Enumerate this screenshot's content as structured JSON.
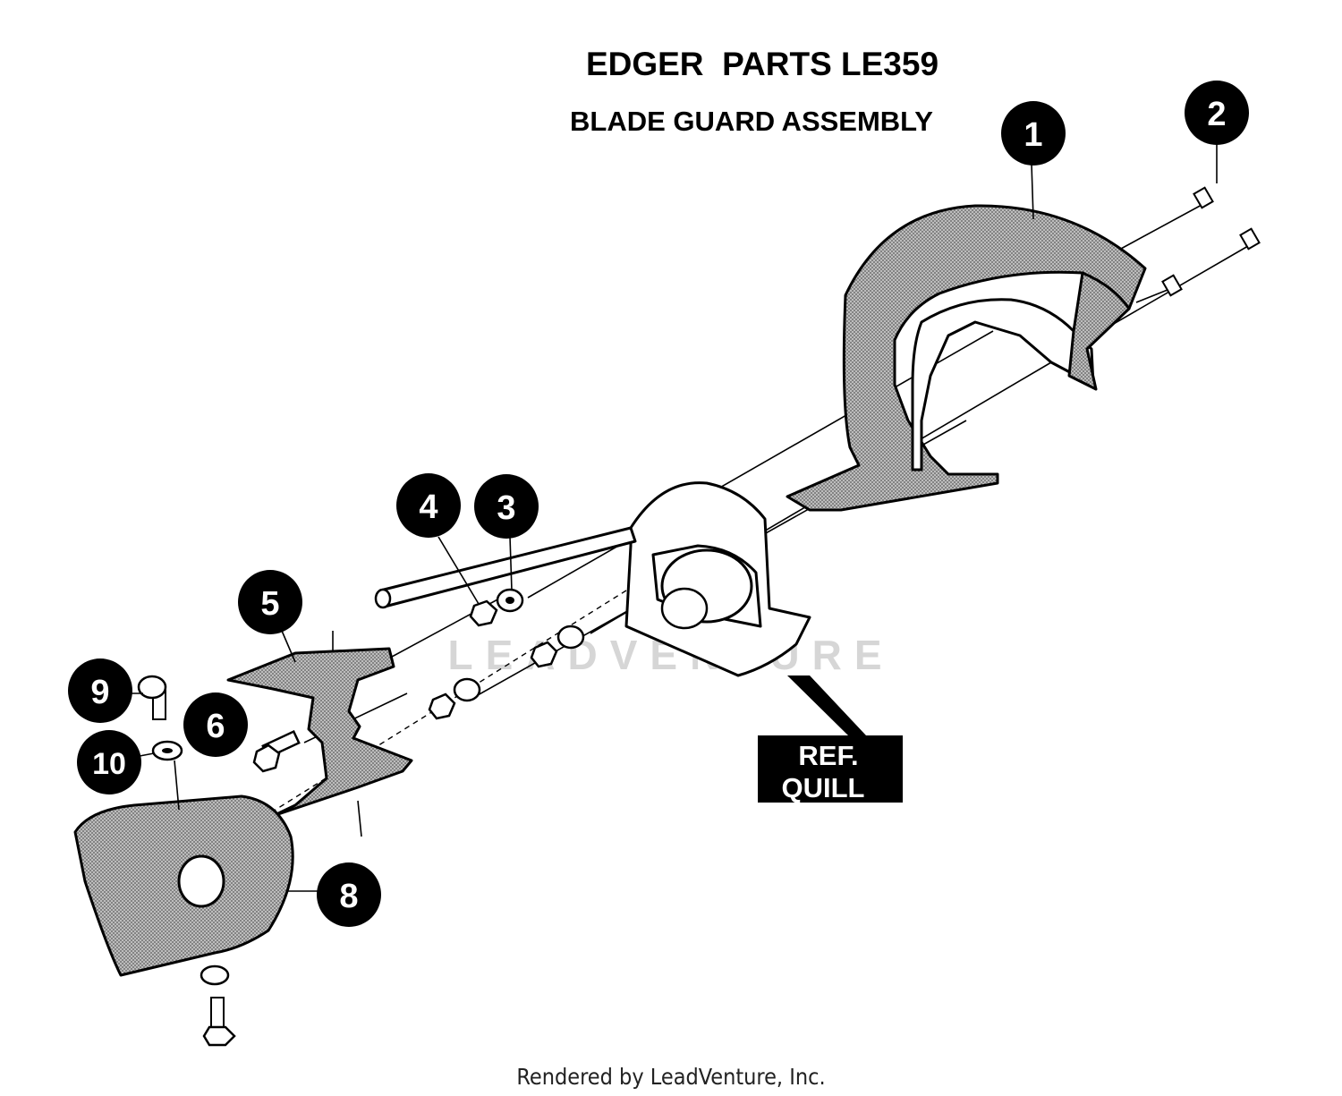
{
  "diagram": {
    "title": "EDGER  PARTS LE359",
    "subtitle": "BLADE GUARD ASSEMBLY",
    "reference_label_line1": "REF.",
    "reference_label_line2": "QUILL",
    "watermark": "LEADVENTURE",
    "footer": "Rendered by LeadVenture, Inc.",
    "callouts": [
      "1",
      "2",
      "3",
      "4",
      "5",
      "6",
      "8",
      "9",
      "10"
    ]
  }
}
